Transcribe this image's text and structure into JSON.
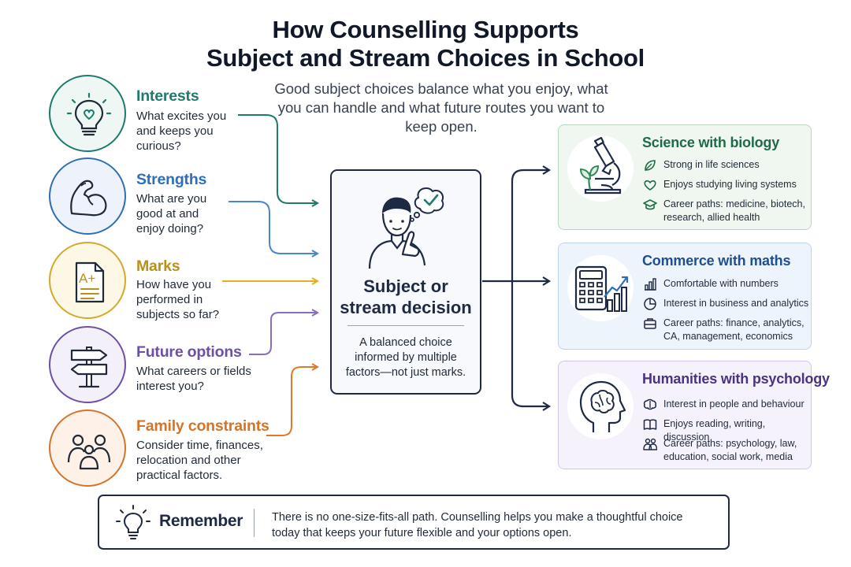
{
  "title_line1": "How Counselling Supports",
  "title_line2": "Subject and Stream Choices in School",
  "subtitle": "Good subject choices balance what you enjoy, what you can handle and what future routes you want to keep open.",
  "colors": {
    "interests": "#1f7a6c",
    "strengths": "#2f6fb6",
    "marks": "#b8901c",
    "future": "#6d4fa6",
    "family": "#d47428",
    "navy": "#1e2a44"
  },
  "factors": [
    {
      "icon": "lightbulb-heart-icon",
      "title": "Interests",
      "desc_lines": [
        "What excites you",
        "and keeps you",
        "curious?"
      ]
    },
    {
      "icon": "flexed-arm-icon",
      "title": "Strengths",
      "desc_lines": [
        "What are you",
        "good at and",
        "enjoy doing?"
      ]
    },
    {
      "icon": "graded-paper-icon",
      "title": "Marks",
      "grade": "A+",
      "desc_lines": [
        "How have you",
        "performed in",
        "subjects so far?"
      ]
    },
    {
      "icon": "signpost-icon",
      "title": "Future options",
      "desc_lines": [
        "What careers or fields",
        "interest you?"
      ]
    },
    {
      "icon": "family-icon",
      "title": "Family constraints",
      "desc_lines": [
        "Consider time, finances,",
        "relocation and other",
        "practical factors."
      ]
    }
  ],
  "center": {
    "icon": "thinking-person-icon",
    "title_lines": [
      "Subject or",
      "stream decision"
    ],
    "desc_lines": [
      "A balanced choice",
      "informed by multiple",
      "factors—not just marks."
    ]
  },
  "streams": [
    {
      "icon": "microscope-icon",
      "title": "Science with biology",
      "bullets": [
        {
          "icon": "leaf-icon",
          "lines": [
            "Strong in life sciences"
          ]
        },
        {
          "icon": "heart-icon",
          "lines": [
            "Enjoys studying living systems"
          ]
        },
        {
          "icon": "graduation-cap-icon",
          "lines": [
            "Career paths: medicine, biotech,",
            "research, allied health"
          ]
        }
      ]
    },
    {
      "icon": "calculator-chart-icon",
      "title": "Commerce with maths",
      "bullets": [
        {
          "icon": "bar-chart-icon",
          "lines": [
            "Comfortable with numbers"
          ]
        },
        {
          "icon": "pie-chart-icon",
          "lines": [
            "Interest in business and analytics"
          ]
        },
        {
          "icon": "briefcase-icon",
          "lines": [
            "Career paths: finance, analytics,",
            "CA, management, economics"
          ]
        }
      ]
    },
    {
      "icon": "head-brain-icon",
      "title": "Humanities with psychology",
      "bullets": [
        {
          "icon": "brain-icon",
          "lines": [
            "Interest in people and behaviour"
          ]
        },
        {
          "icon": "book-icon",
          "lines": [
            "Enjoys reading, writing, discussion"
          ]
        },
        {
          "icon": "people-icon",
          "lines": [
            "Career paths: psychology, law,",
            "education, social work, media"
          ]
        }
      ]
    }
  ],
  "remember": {
    "icon": "lightbulb-icon",
    "label": "Remember",
    "text": "There is no one-size-fits-all path. Counselling helps you make a thoughtful choice today that keeps your future flexible and your options open."
  }
}
